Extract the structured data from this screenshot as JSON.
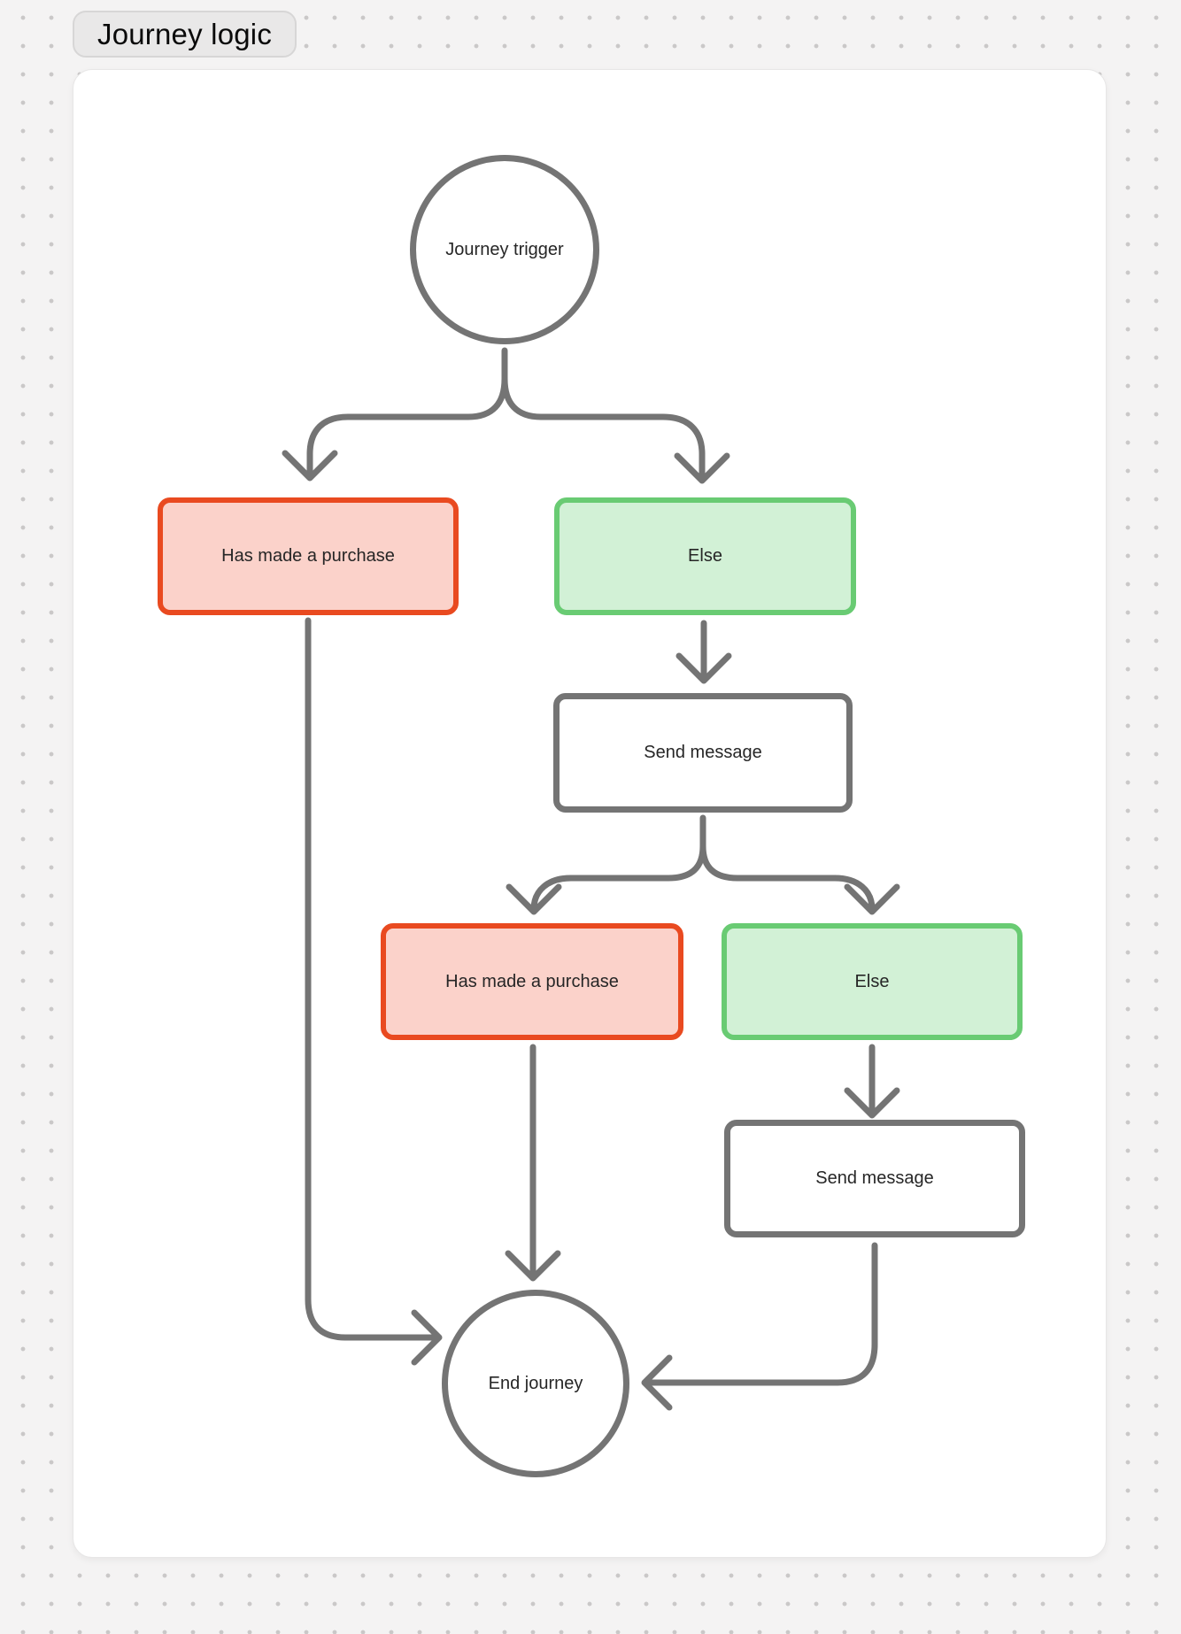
{
  "title": "Journey logic",
  "canvas": {
    "nodes": {
      "trigger": {
        "label": "Journey trigger",
        "kind": "start"
      },
      "cond1": {
        "label": "Has made a purchase",
        "kind": "condition"
      },
      "else1": {
        "label": "Else",
        "kind": "else"
      },
      "send1": {
        "label": "Send message",
        "kind": "action"
      },
      "cond2": {
        "label": "Has made a purchase",
        "kind": "condition"
      },
      "else2": {
        "label": "Else",
        "kind": "else"
      },
      "send2": {
        "label": "Send message",
        "kind": "action"
      },
      "end": {
        "label": "End journey",
        "kind": "end"
      }
    }
  },
  "colors": {
    "connector": "#747474",
    "condition_border": "#e94a20",
    "condition_fill": "#fbd2ca",
    "else_border": "#69cb73",
    "else_fill": "#d2f1d6",
    "canvas_background": "#ffffff",
    "page_background": "#f4f3f3"
  }
}
